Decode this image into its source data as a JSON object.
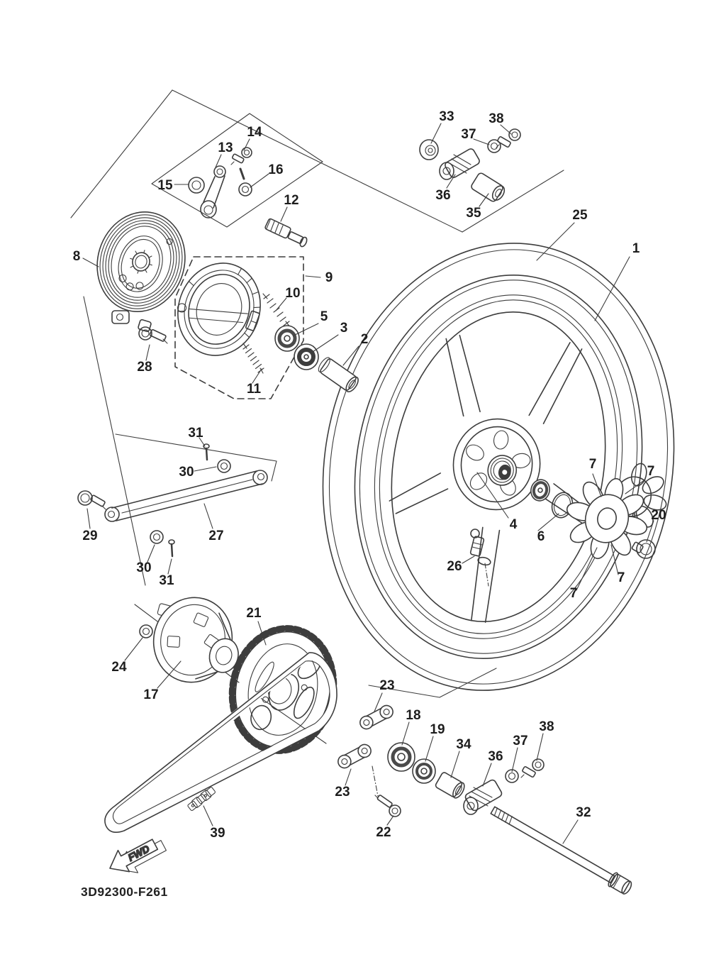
{
  "diagram": {
    "part_code": "3D92300-F261",
    "fwd_label": "FWD",
    "callouts": {
      "1": "1",
      "2": "2",
      "3": "3",
      "4": "4",
      "5": "5",
      "6": "6",
      "7": "7",
      "8": "8",
      "9": "9",
      "10": "10",
      "11": "11",
      "12": "12",
      "13": "13",
      "14": "14",
      "15": "15",
      "16": "16",
      "17": "17",
      "18": "18",
      "19": "19",
      "20": "20",
      "21": "21",
      "22": "22",
      "23": "23",
      "24": "24",
      "25": "25",
      "26": "26",
      "27": "27",
      "28": "28",
      "29": "29",
      "30": "30",
      "31": "31",
      "32": "32",
      "33": "33",
      "34": "34",
      "35": "35",
      "36": "36",
      "37": "37",
      "38": "38",
      "39": "39"
    }
  }
}
